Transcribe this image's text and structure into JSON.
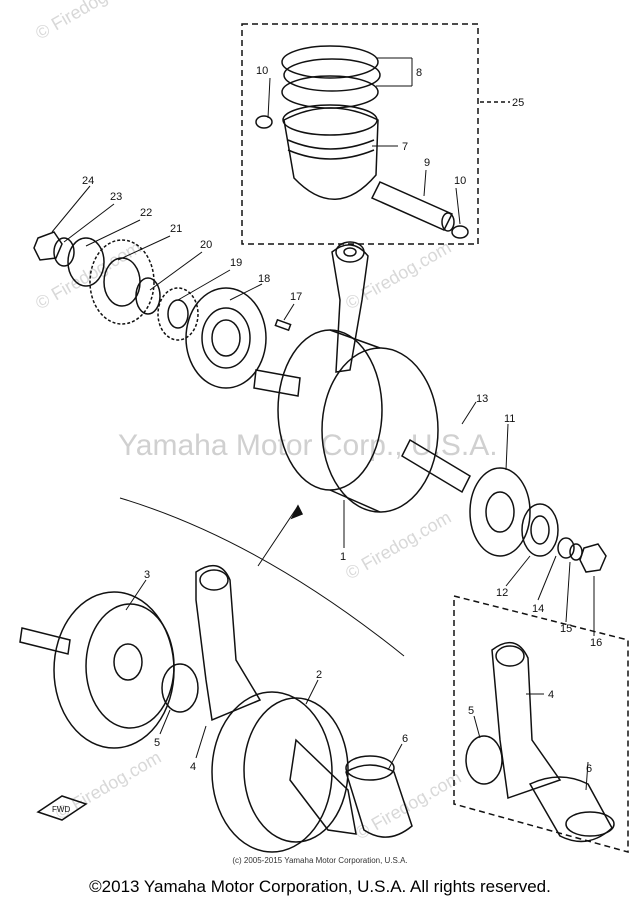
{
  "watermark": {
    "main_text": "Yamaha Motor Corp., U.S.A.",
    "site_text": "© Firedog.com",
    "site_text_short": "Firedog.com"
  },
  "inner_copyright": "(c) 2005-2015 Yamaha Motor Corporation, U.S.A.",
  "footer_copyright": "©2013 Yamaha Motor Corporation, U.S.A. All rights reserved.",
  "fwd_label": "FWD",
  "callouts": [
    "1",
    "2",
    "3",
    "4",
    "5",
    "6",
    "7",
    "8",
    "9",
    "10",
    "11",
    "12",
    "13",
    "14",
    "15",
    "16",
    "17",
    "18",
    "19",
    "20",
    "21",
    "22",
    "23",
    "24",
    "25"
  ],
  "callouts_extra": {
    "c10b": "10",
    "c4b": "4",
    "c5b": "5",
    "c6b": "6"
  }
}
